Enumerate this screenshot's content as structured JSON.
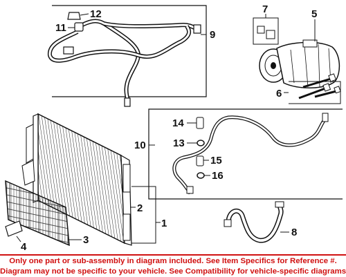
{
  "callouts": {
    "c1": "1",
    "c2": "2",
    "c3": "3",
    "c4": "4",
    "c5": "5",
    "c6": "6",
    "c7": "7",
    "c8": "8",
    "c9": "9",
    "c10": "10",
    "c11": "11",
    "c12": "12",
    "c13": "13",
    "c14": "14",
    "c15": "15",
    "c16": "16"
  },
  "disclaimer": {
    "line1": "Only one part or sub-assembly in diagram included. See Item Specifics for Reference #.",
    "line2": "Diagram may not be specific to your vehicle. See Compatibility for vehicle-specific diagrams."
  },
  "colors": {
    "line": "#111111",
    "disclaimer": "#d01010"
  }
}
